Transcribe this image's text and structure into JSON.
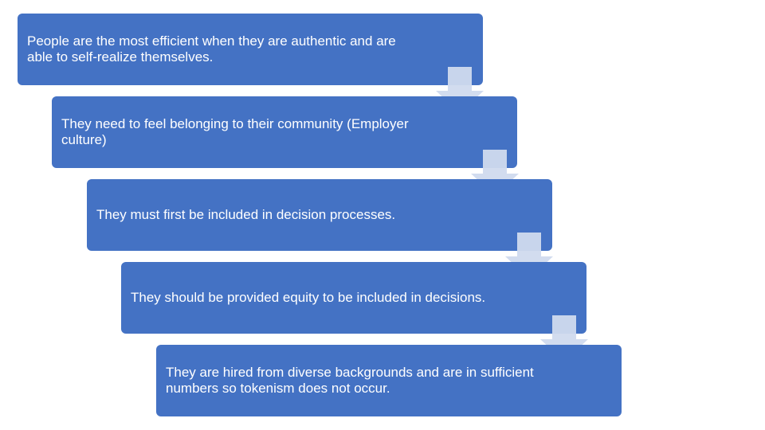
{
  "steps": [
    {
      "text": "People are the most efficient when they are authentic and are able to self-realize themselves."
    },
    {
      "text": "They need to feel belonging to their community (Employer culture)"
    },
    {
      "text": "They must first be included in decision processes."
    },
    {
      "text": "They should be provided equity to be included in decisions."
    },
    {
      "text": "They are hired from diverse backgrounds and are in sufficient numbers so tokenism does not occur."
    }
  ],
  "colors": {
    "box": "#4472C4",
    "arrow": "#D0DAEE",
    "text": "#FFFFFF"
  },
  "icons": {
    "connector": "down-arrow-icon"
  }
}
